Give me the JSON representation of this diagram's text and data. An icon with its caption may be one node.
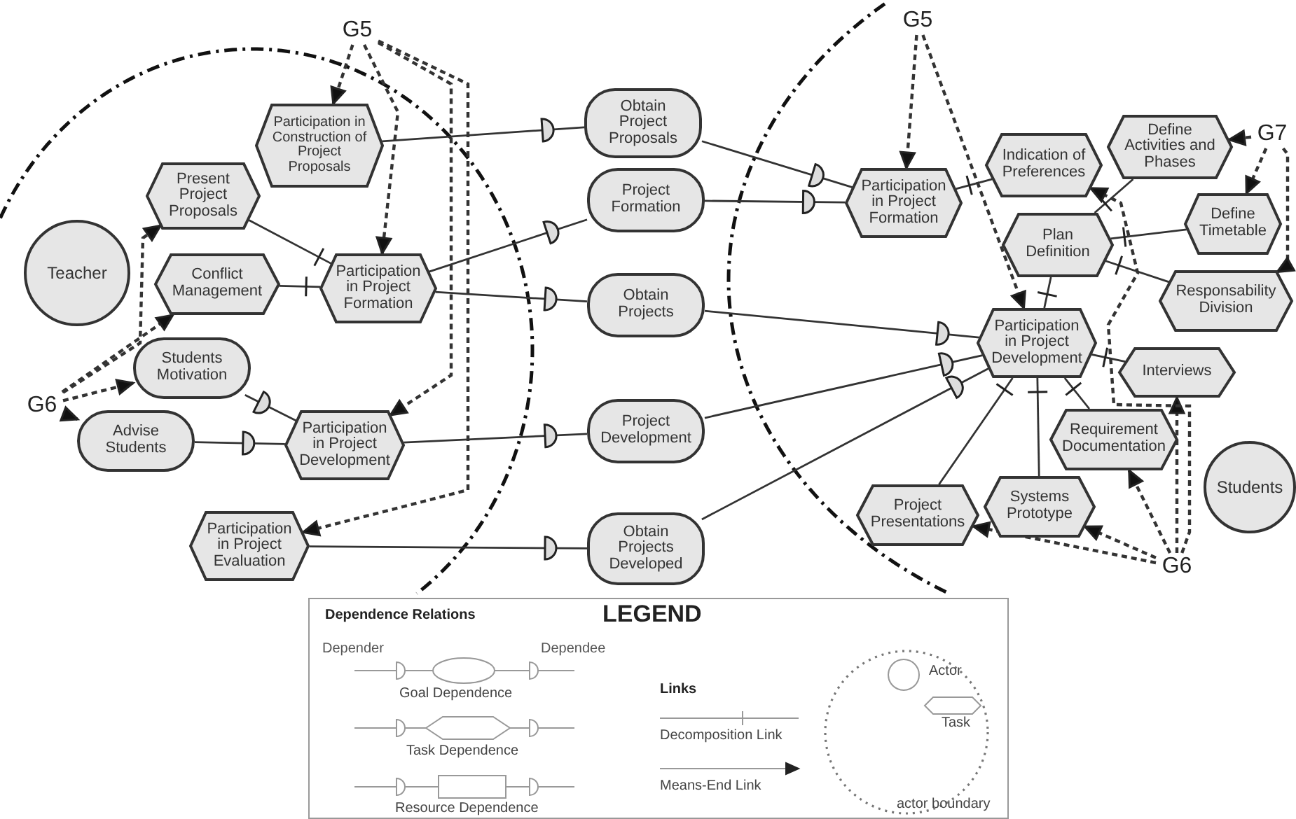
{
  "diagram": {
    "nodes": [
      {
        "text": [
          "Teacher"
        ]
      },
      {
        "text": [
          "Participation in Construction of Project Proposals"
        ]
      },
      {
        "text": [
          "Present Project Proposals"
        ]
      },
      {
        "text": [
          "Conflict Management"
        ]
      },
      {
        "text": [
          "Participation in Project Formation"
        ]
      },
      {
        "text": [
          "Students Motivation"
        ]
      },
      {
        "text": [
          "Advise Students"
        ]
      },
      {
        "text": [
          "Participation in Project Development"
        ]
      },
      {
        "text": [
          "Participation in Project Evaluation"
        ]
      },
      {
        "text": [
          "Obtain Project Proposals"
        ]
      },
      {
        "text": [
          "Project Formation"
        ]
      },
      {
        "text": [
          "Obtain Projects"
        ]
      },
      {
        "text": [
          "Project Development"
        ]
      },
      {
        "text": [
          "Obtain Projects Developed"
        ]
      },
      {
        "text": [
          "Participation in Project Formation"
        ]
      },
      {
        "text": [
          "Indication of Preferences"
        ]
      },
      {
        "text": [
          "Define Activities and Phases"
        ]
      },
      {
        "text": [
          "Define Timetable"
        ]
      },
      {
        "text": [
          "Plan Definition"
        ]
      },
      {
        "text": [
          "Responsability Division"
        ]
      },
      {
        "text": [
          "Participation in Project Development"
        ]
      },
      {
        "text": [
          "Interviews"
        ]
      },
      {
        "text": [
          "Requirement Documentation"
        ]
      },
      {
        "text": [
          "Students"
        ]
      },
      {
        "text": [
          "Project Presentations"
        ]
      },
      {
        "text": [
          "Systems Prototype"
        ]
      },
      {
        "text": [
          "G5"
        ]
      },
      {
        "text": [
          "G6"
        ]
      },
      {
        "text": [
          "G5"
        ]
      },
      {
        "text": [
          "G6"
        ]
      },
      {
        "text": [
          "G7"
        ]
      }
    ],
    "edges": [
      {
        "from": 2,
        "to": 4,
        "arrow": "other"
      },
      {
        "from": 3,
        "to": 4,
        "arrow": "other"
      },
      {
        "from": 5,
        "to": 7,
        "arrow": "other"
      },
      {
        "from": 6,
        "to": 7,
        "arrow": "other"
      },
      {
        "from": 1,
        "to": 9,
        "arrow": "other"
      },
      {
        "from": 9,
        "to": 14,
        "arrow": "other"
      },
      {
        "from": 4,
        "to": 10,
        "arrow": "other"
      },
      {
        "from": 10,
        "to": 14,
        "arrow": "other"
      },
      {
        "from": 4,
        "to": 11,
        "arrow": "other"
      },
      {
        "from": 11,
        "to": 20,
        "arrow": "other"
      },
      {
        "from": 7,
        "to": 12,
        "arrow": "other"
      },
      {
        "from": 12,
        "to": 20,
        "arrow": "other"
      },
      {
        "from": 8,
        "to": 13,
        "arrow": "other"
      },
      {
        "from": 13,
        "to": 20,
        "arrow": "other"
      },
      {
        "from": 15,
        "to": 14,
        "arrow": "other"
      },
      {
        "from": 16,
        "to": 18,
        "arrow": "other"
      },
      {
        "from": 17,
        "to": 18,
        "arrow": "other"
      },
      {
        "from": 19,
        "to": 18,
        "arrow": "other"
      },
      {
        "from": 18,
        "to": 20,
        "arrow": "other"
      },
      {
        "from": 21,
        "to": 20,
        "arrow": "other"
      },
      {
        "from": 22,
        "to": 20,
        "arrow": "other"
      },
      {
        "from": 25,
        "to": 20,
        "arrow": "other"
      },
      {
        "from": 24,
        "to": 20,
        "arrow": "other"
      },
      {
        "from": 26,
        "to": 1,
        "arrow": "to",
        "style": "dashed"
      },
      {
        "from": 26,
        "to": 4,
        "arrow": "to",
        "style": "dashed"
      },
      {
        "from": 26,
        "to": 7,
        "arrow": "to",
        "style": "dashed"
      },
      {
        "from": 26,
        "to": 8,
        "arrow": "to",
        "style": "dashed"
      },
      {
        "from": 27,
        "to": 2,
        "arrow": "to",
        "style": "dashed"
      },
      {
        "from": 27,
        "to": 3,
        "arrow": "to",
        "style": "dashed"
      },
      {
        "from": 27,
        "to": 5,
        "arrow": "to",
        "style": "dashed"
      },
      {
        "from": 27,
        "to": 6,
        "arrow": "to",
        "style": "dashed"
      },
      {
        "from": 28,
        "to": 14,
        "arrow": "to",
        "style": "dashed"
      },
      {
        "from": 28,
        "to": 20,
        "arrow": "to",
        "style": "dashed"
      },
      {
        "from": 29,
        "to": 24,
        "arrow": "to",
        "style": "dashed"
      },
      {
        "from": 29,
        "to": 25,
        "arrow": "to",
        "style": "dashed"
      },
      {
        "from": 29,
        "to": 22,
        "arrow": "to",
        "style": "dashed"
      },
      {
        "from": 29,
        "to": 21,
        "arrow": "to",
        "style": "dashed"
      },
      {
        "from": 29,
        "to": 15,
        "arrow": "to",
        "style": "dashed"
      },
      {
        "from": 30,
        "to": 16,
        "arrow": "to",
        "style": "dashed"
      },
      {
        "from": 30,
        "to": 17,
        "arrow": "to",
        "style": "dashed"
      },
      {
        "from": 30,
        "to": 19,
        "arrow": "to",
        "style": "dashed"
      }
    ],
    "labels": [
      "Dependence Relations",
      "LEGEND",
      "Depender",
      "Dependee",
      "Links"
    ],
    "legend": [
      {
        "text": "Goal Dependence"
      },
      {
        "text": "Task Dependence"
      },
      {
        "text": "Resource Dependence"
      },
      {
        "text": "Decomposition Link"
      },
      {
        "text": "Means-End Link"
      },
      {
        "text": "Actor"
      },
      {
        "text": "Task"
      },
      {
        "text": "actor boundary"
      }
    ]
  }
}
